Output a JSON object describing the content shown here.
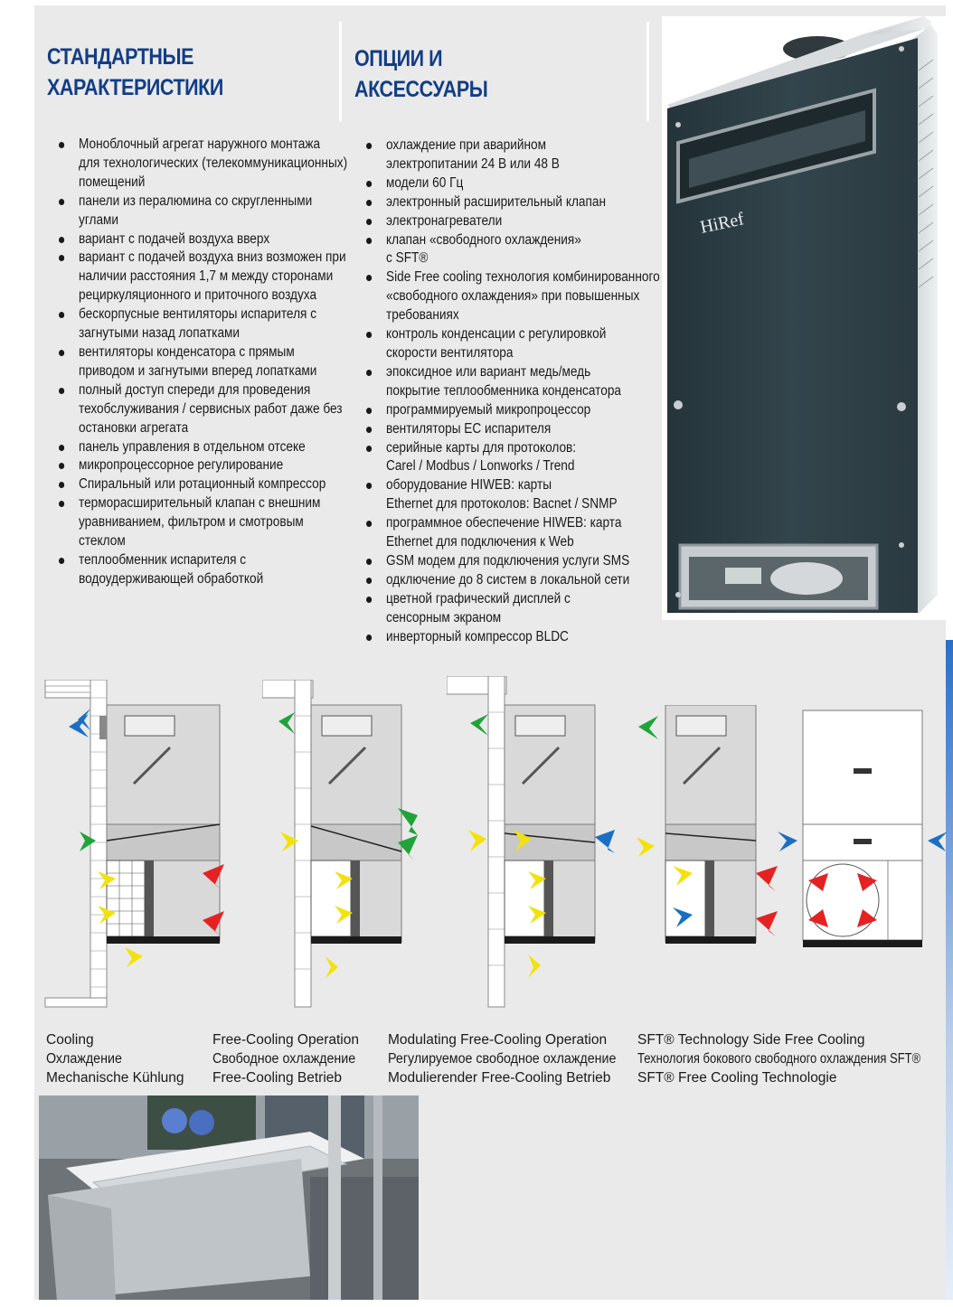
{
  "left_column": {
    "title_line1": "СТАНДАРТНЫЕ",
    "title_line2": "ХАРАКТЕРИСТИКИ",
    "lines": [
      {
        "bullet": true,
        "text": "Моноблочный агрегат наружного монтажа"
      },
      {
        "bullet": false,
        "text": "для технологических (телекоммуникационных)"
      },
      {
        "bullet": false,
        "text": "помещений"
      },
      {
        "bullet": true,
        "text": "панели из пералюмина со скругленными"
      },
      {
        "bullet": false,
        "text": "углами"
      },
      {
        "bullet": true,
        "text": "вариант с подачей воздуха вверх"
      },
      {
        "bullet": true,
        "text": "вариант с подачей воздуха вниз возможен при"
      },
      {
        "bullet": false,
        "text": "наличии расстояния 1,7 м между сторонами"
      },
      {
        "bullet": false,
        "text": "рециркуляционного и приточного воздуха"
      },
      {
        "bullet": true,
        "text": "бескорпусные вентиляторы испарителя с"
      },
      {
        "bullet": false,
        "text": "загнутыми назад лопатками"
      },
      {
        "bullet": true,
        "text": "вентиляторы конденсатора с прямым"
      },
      {
        "bullet": false,
        "text": "приводом и загнутыми вперед лопатками"
      },
      {
        "bullet": true,
        "text": "полный доступ спереди для проведения"
      },
      {
        "bullet": false,
        "text": "техобслуживания / сервисных работ даже без"
      },
      {
        "bullet": false,
        "text": "остановки агрегата"
      },
      {
        "bullet": true,
        "text": "панель управления в отдельном отсеке"
      },
      {
        "bullet": true,
        "text": "микропроцессорное регулирование"
      },
      {
        "bullet": true,
        "text": "Спиральный или ротационный компрессор"
      },
      {
        "bullet": true,
        "text": "терморасширительный клапан с внешним"
      },
      {
        "bullet": false,
        "text": "уравниванием, фильтром и смотровым"
      },
      {
        "bullet": false,
        "text": "стеклом"
      },
      {
        "bullet": true,
        "text": "теплообменник испарителя с"
      },
      {
        "bullet": false,
        "text": "водоудерживающей обработкой"
      }
    ]
  },
  "right_column": {
    "title_line1": "ОПЦИИ И",
    "title_line2": "АКСЕССУАРЫ",
    "lines": [
      {
        "bullet": true,
        "text": "охлаждение при аварийном"
      },
      {
        "bullet": false,
        "text": "электропитании 24 В или 48 В"
      },
      {
        "bullet": true,
        "text": "модели 60 Гц"
      },
      {
        "bullet": true,
        "text": "электронный расширительный клапан"
      },
      {
        "bullet": true,
        "text": "электронагреватели"
      },
      {
        "bullet": true,
        "text": "клапан «свободного охлаждения»"
      },
      {
        "bullet": false,
        "text": "с SFT®"
      },
      {
        "bullet": true,
        "text": "Side Free cooling технология комбинированного"
      },
      {
        "bullet": false,
        "text": "«свободного охлаждения» при повышенных"
      },
      {
        "bullet": false,
        "text": "требованиях"
      },
      {
        "bullet": true,
        "text": "контроль конденсации с регулировкой"
      },
      {
        "bullet": false,
        "text": "скорости вентилятора"
      },
      {
        "bullet": true,
        "text": "эпоксидное или вариант медь/медь"
      },
      {
        "bullet": false,
        "text": "покрытие теплообменника конденсатора"
      },
      {
        "bullet": true,
        "text": "программируемый микропроцессор"
      },
      {
        "bullet": true,
        "text": "вентиляторы ЕС испарителя"
      },
      {
        "bullet": true,
        "text": "серийные карты для протоколов:"
      },
      {
        "bullet": false,
        "text": "Carel  /  Modbus  /  Lonworks  /  Trend"
      },
      {
        "bullet": true,
        "text": "оборудование HIWEB: карты"
      },
      {
        "bullet": false,
        "text": "Ethernet для протоколов: Bacnet  /  SNMP"
      },
      {
        "bullet": true,
        "text": "программное обеспечение HIWEB: карта"
      },
      {
        "bullet": false,
        "text": "Ethernet для подключения к Web"
      },
      {
        "bullet": true,
        "text": "GSM модем для подключения услуги SMS"
      },
      {
        "bullet": true,
        "text": "одключение до 8 систем в локальной сети"
      },
      {
        "bullet": true,
        "text": "цветной графический дисплей с"
      },
      {
        "bullet": false,
        "text": "сенсорным экраном"
      },
      {
        "bullet": true,
        "text": "инверторный компрессор BLDC"
      }
    ]
  },
  "product": {
    "brand": "HiRef"
  },
  "modes": [
    {
      "en": "Cooling",
      "ru": "Охлаждение",
      "de": "Mechanische Kühlung"
    },
    {
      "en": "Free-Cooling Operation",
      "ru": "Свободное охлаждение",
      "de": "Free-Cooling Betrieb"
    },
    {
      "en": "Modulating Free-Cooling Operation",
      "ru": "Регулируемое свободное охлаждение",
      "de": "Modulierender Free-Cooling Betrieb"
    },
    {
      "en": "SFT® Technology Side Free Cooling",
      "ru": "Технология бокового свободного охлаждения SFT®",
      "de": "SFT® Free Cooling Technologie"
    }
  ],
  "colors": {
    "title": "#123d86",
    "arrow_blue": "#1b6fc2",
    "arrow_green": "#22a33a",
    "arrow_yellow": "#f2e20a",
    "arrow_red": "#e52222",
    "panel": "#2c3b41"
  }
}
